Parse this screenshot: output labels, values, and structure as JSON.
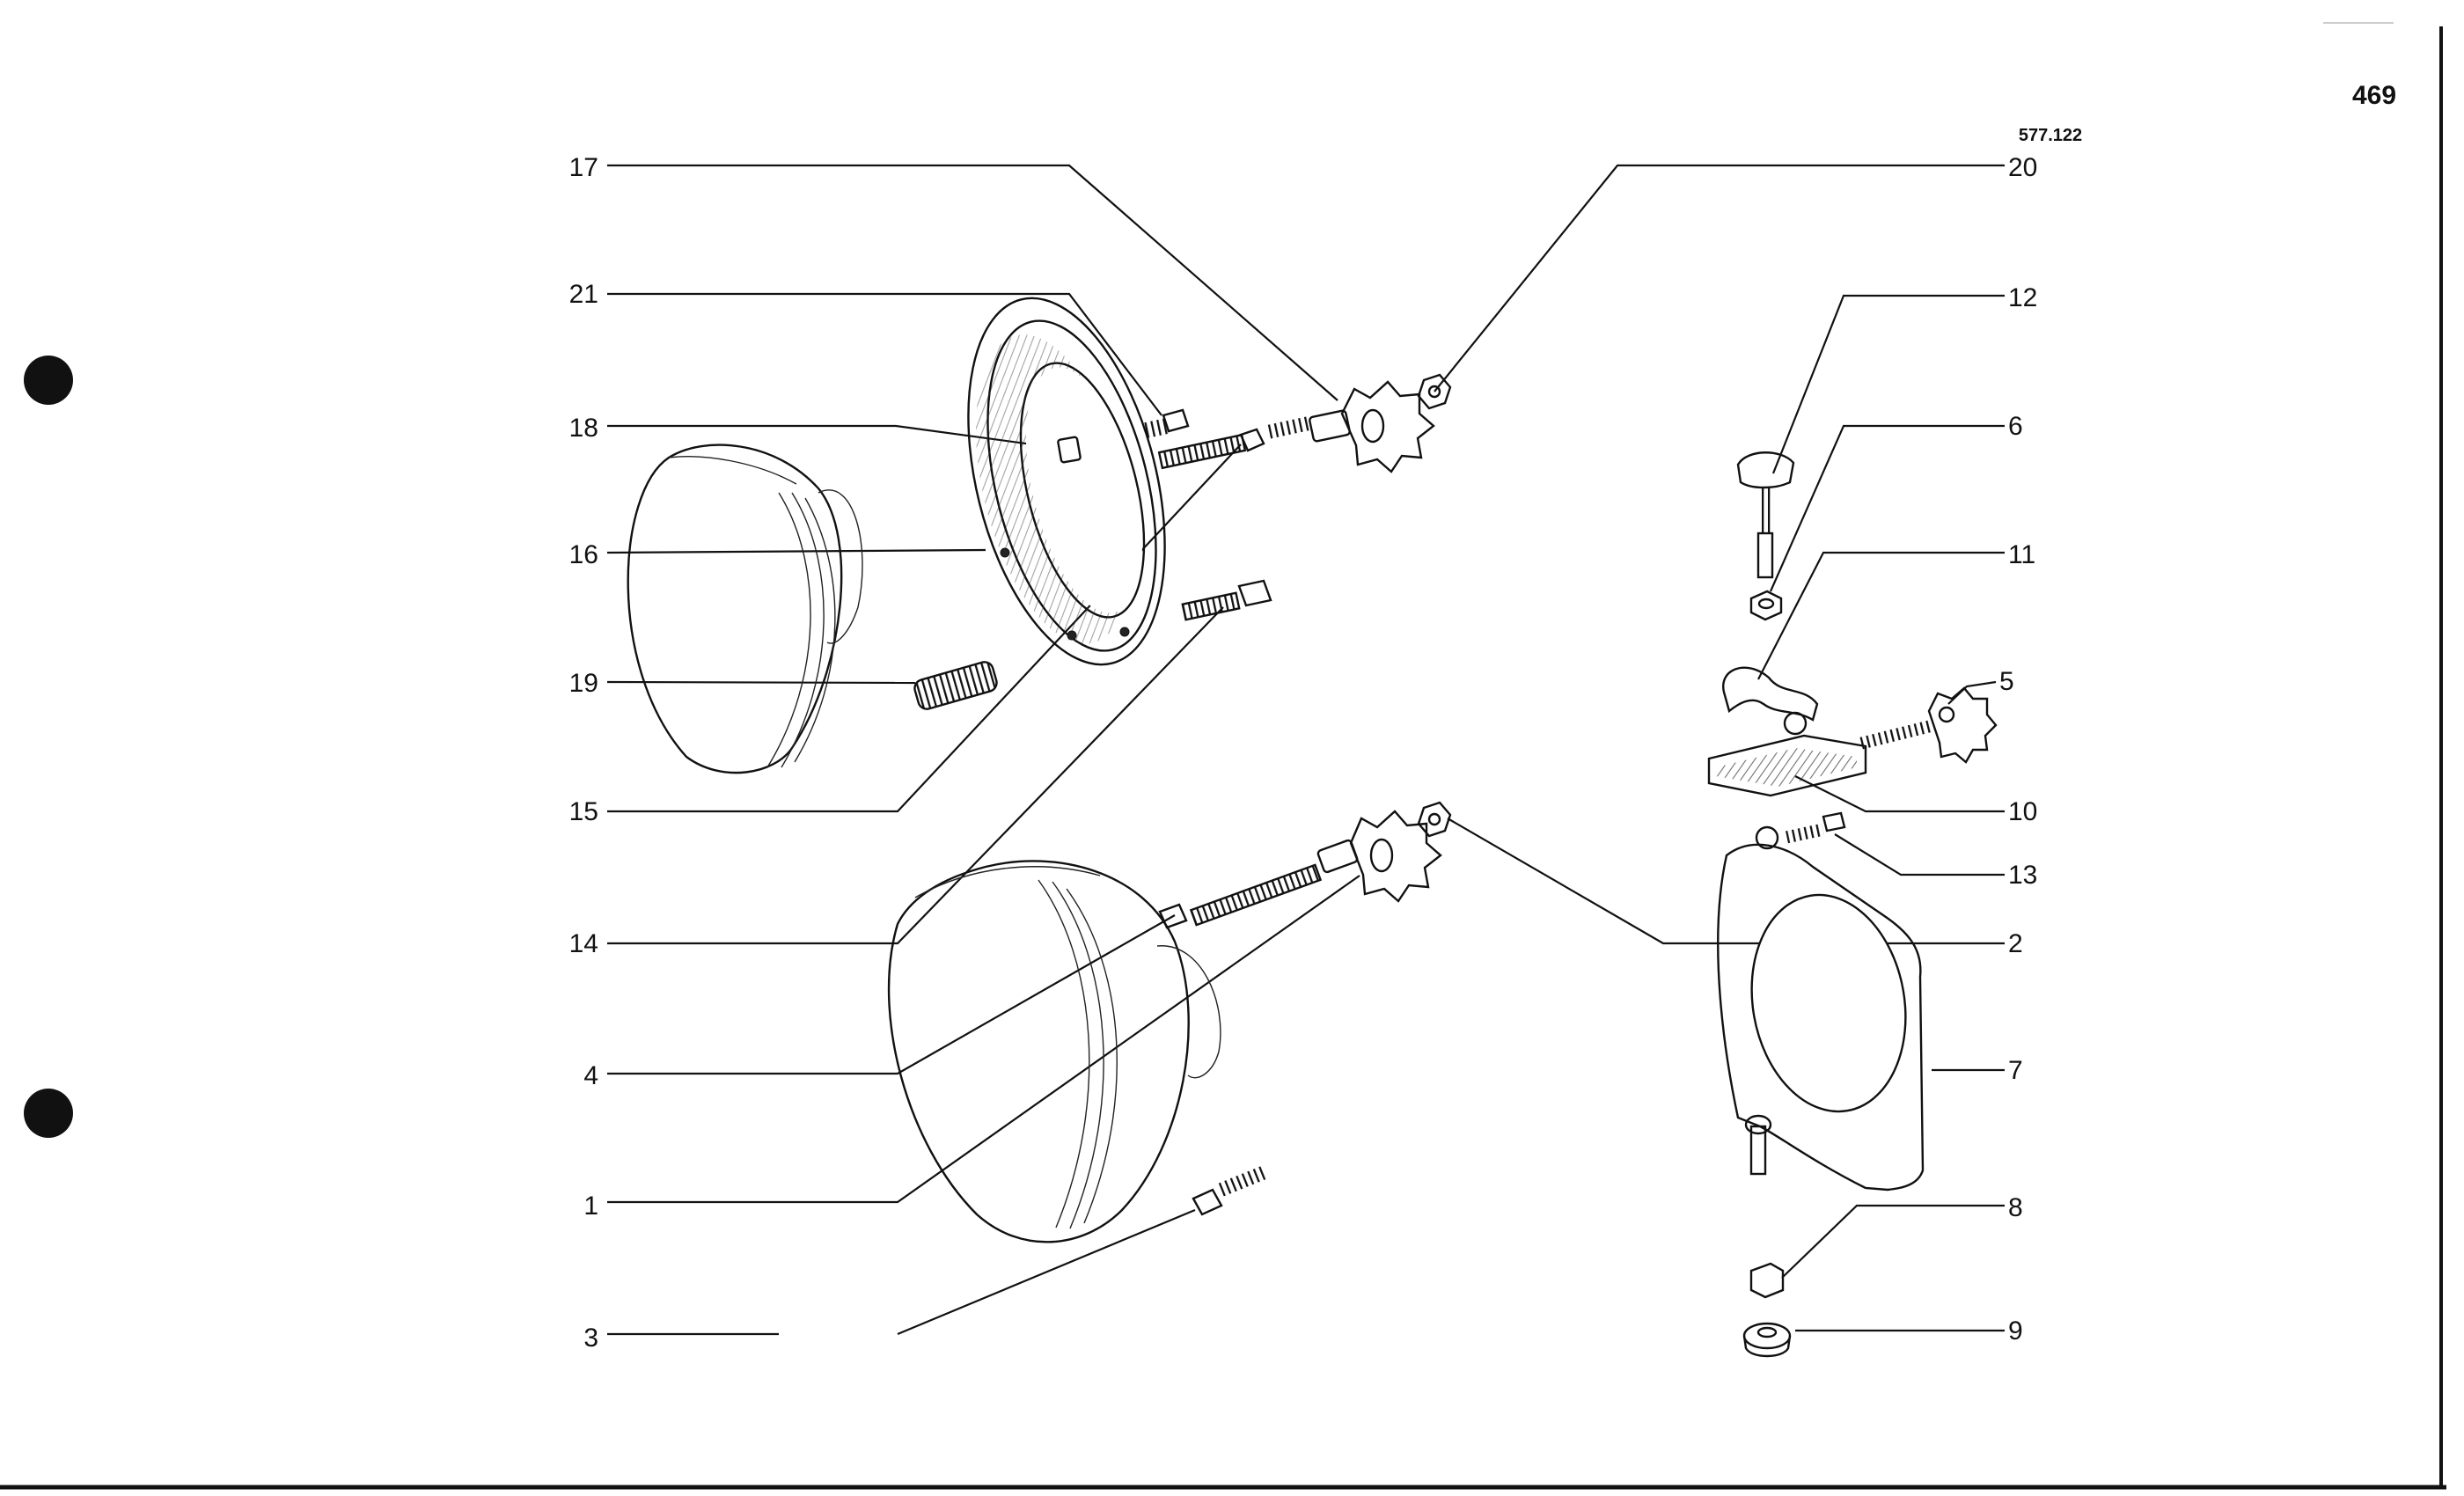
{
  "page": {
    "number": "469",
    "reference": "577.122"
  },
  "callouts": {
    "left": [
      "17",
      "21",
      "18",
      "16",
      "19",
      "15",
      "14",
      "4",
      "1",
      "3"
    ],
    "right": [
      "20",
      "12",
      "6",
      "11",
      "5",
      "10",
      "13",
      "2",
      "7",
      "8",
      "9"
    ]
  },
  "icons": [
    "binder-hole-icon",
    "headlamp-shell-icon",
    "mounting-ring-icon",
    "star-knob-icon",
    "hex-nut-icon",
    "bolt-icon",
    "spring-icon",
    "bracket-icon",
    "clamp-icon"
  ],
  "colors": {
    "ink": "#111111",
    "paper": "#ffffff"
  }
}
